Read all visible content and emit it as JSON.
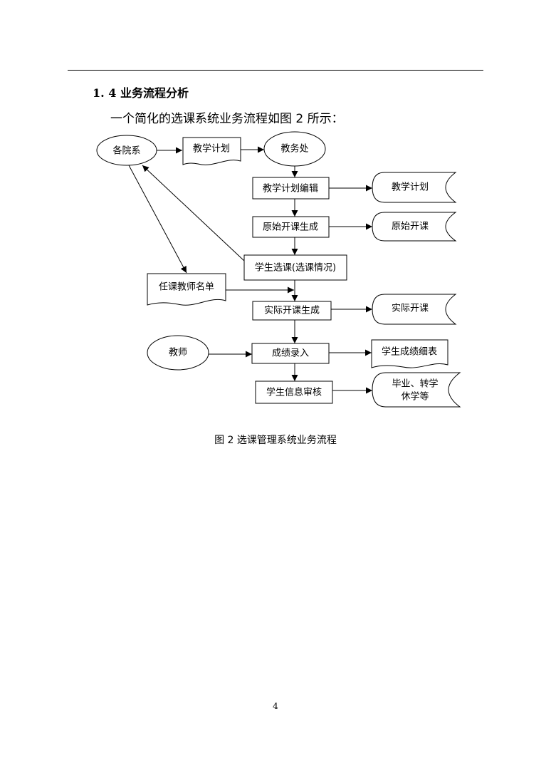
{
  "heading": "1. 4 业务流程分析",
  "intro": "一个简化的选课系统业务流程如图 2 所示：",
  "caption": "图  2  选课管理系统业务流程",
  "page_number": "4",
  "diagram": {
    "departments": "各院系",
    "teaching_plan_doc": "教学计划",
    "academic_office": "教务处",
    "plan_editing": "教学计划编辑",
    "plan_store": "教学计划",
    "original_generation": "原始开课生成",
    "original_store": "原始开课",
    "student_selection": "学生选课(选课情况)",
    "teacher_list": "任课教师名单",
    "actual_generation": "实际开课生成",
    "actual_store": "实际开课",
    "teacher": "教师",
    "grade_entry": "成绩录入",
    "grade_detail": "学生成绩细表",
    "info_audit": "学生信息审核",
    "graduation_line1": "毕业、转学",
    "graduation_line2": "休学等"
  }
}
